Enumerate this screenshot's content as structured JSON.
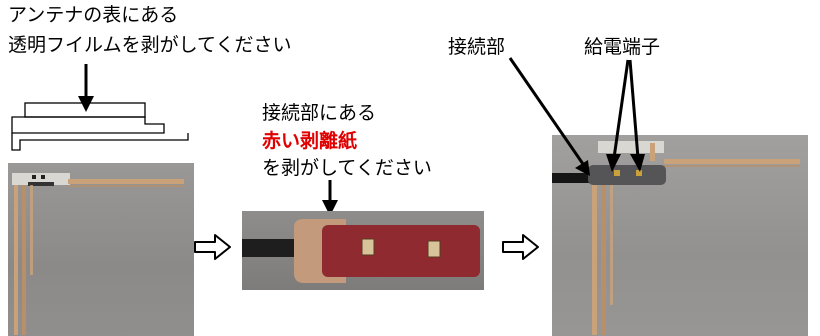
{
  "instruction_left": {
    "line1": "アンテナの表にある",
    "line2": "透明フイルムを剥がしてください"
  },
  "instruction_middle": {
    "line1": "接続部にある",
    "line2_red": "赤い剥離紙",
    "line3": "を剥がしてください"
  },
  "labels_right": {
    "connector": "接続部",
    "feed_terminal": "給電端子"
  },
  "colors": {
    "accent_red": "#e00000",
    "antenna_copper": "#c9a27a",
    "release_paper": "#8e2a30",
    "photo_gray": "#8e8c8a"
  }
}
